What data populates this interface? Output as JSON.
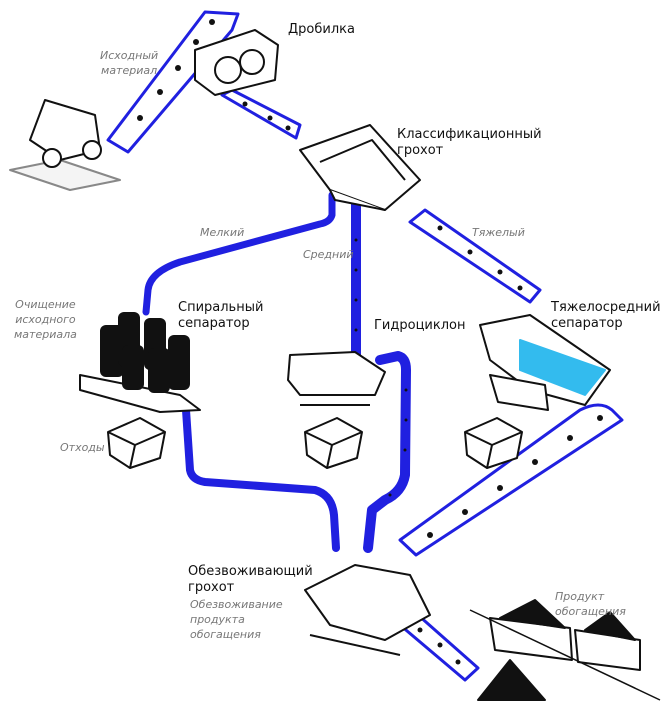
{
  "colors": {
    "pipe": "#2020e0",
    "outline": "#111111",
    "water": "#33bbee",
    "sublabel": "#777777"
  },
  "labels": {
    "crusher": "Дробилка",
    "feed": [
      "Исходный",
      "материал"
    ],
    "classifier": [
      "Классификационный",
      "грохот"
    ],
    "fine": "Мелкий",
    "medium": "Средний",
    "heavy": "Тяжелый",
    "cleaning": [
      "Очищение",
      "исходного",
      "материала"
    ],
    "spiral": [
      "Спиральный",
      "сепаратор"
    ],
    "hydrocyclone": "Гидроциклон",
    "dense_medium": [
      "Тяжелосредний",
      "сепаратор"
    ],
    "tailings": "Отходы",
    "dewatering": [
      "Обезвоживающий",
      "грохот"
    ],
    "dewatering_sub": [
      "Обезвоживание",
      "продукта",
      "обогащения"
    ],
    "product": [
      "Продукт",
      "обогащения"
    ]
  }
}
